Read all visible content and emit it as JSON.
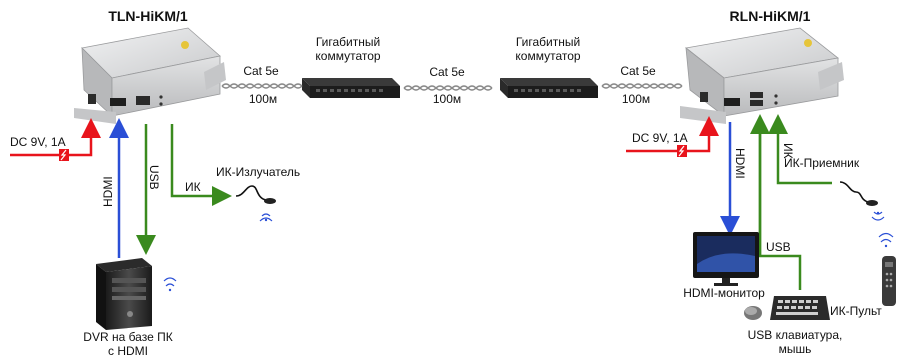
{
  "tx_title": "TLN-HiKM/1",
  "rx_title": "RLN-HiKM/1",
  "switch_label_1": [
    "Гигабитный",
    "коммутатор"
  ],
  "switch_label_2": [
    "Гигабитный",
    "коммутатор"
  ],
  "cable_1": {
    "type": "Cat 5e",
    "length": "100м"
  },
  "cable_2": {
    "type": "Cat 5e",
    "length": "100м"
  },
  "cable_3": {
    "type": "Cat 5e",
    "length": "100м"
  },
  "tx_power": "DC 9V, 1A",
  "rx_power": "DC 9V, 1A",
  "tx_hdmi": "HDMI",
  "tx_usb": "USB",
  "tx_ir": "ИК",
  "tx_ir_emitter": "ИК-Излучатель",
  "tx_source": [
    "DVR на базе ПК",
    "с HDMI"
  ],
  "rx_hdmi": "HDMI",
  "rx_ir": "ИК",
  "rx_ir_receiver": "ИК-Приемник",
  "rx_usb": "USB",
  "rx_monitor": "HDMI-монитор",
  "rx_remote": "ИК-Пульт",
  "rx_keyboard": [
    "USB клавиатура,",
    "мышь"
  ],
  "colors": {
    "power": "#e8141c",
    "hdmi": "#2a4fd6",
    "usb_ir": "#3a8a1e",
    "cable": "#8a8a8a",
    "box": "#d9dadb"
  }
}
